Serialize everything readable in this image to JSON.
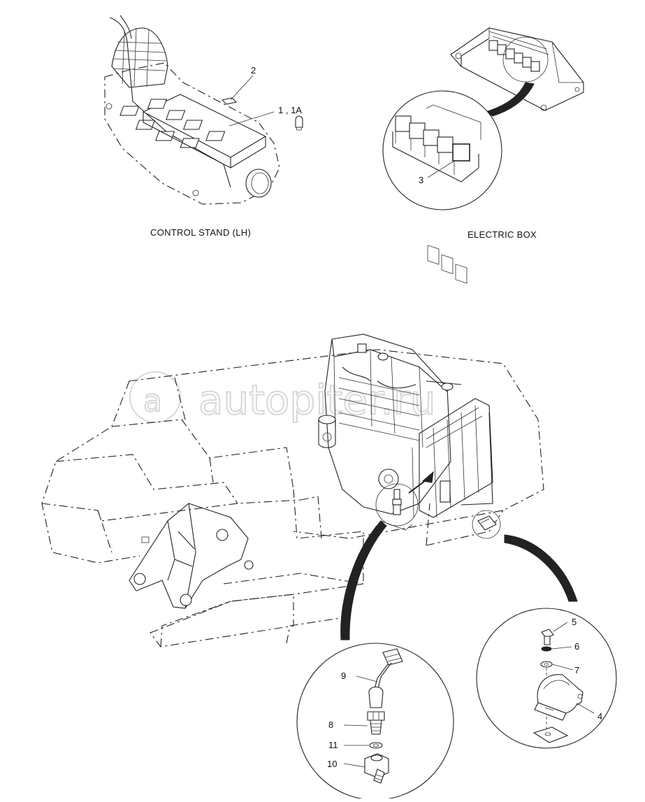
{
  "captions": {
    "control_stand": "CONTROL STAND (LH)",
    "electric_box": "ELECTRIC BOX"
  },
  "callouts": {
    "c1": "1 , 1A",
    "c2": "2",
    "c3": "3",
    "c4": "4",
    "c5": "5",
    "c6": "6",
    "c7": "7",
    "c8": "8",
    "c9": "9",
    "c10": "10",
    "c11": "11"
  },
  "watermark": "autopiter.ru"
}
